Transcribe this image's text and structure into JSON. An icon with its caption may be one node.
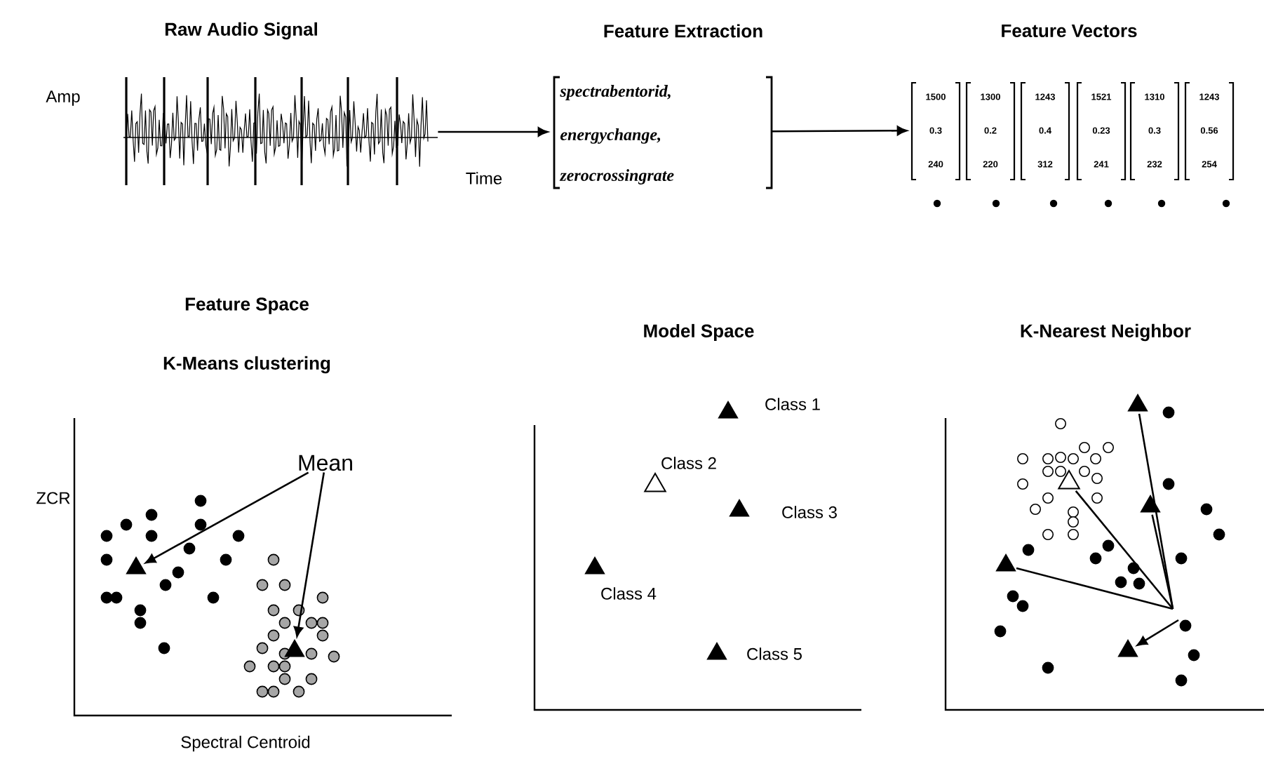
{
  "diagram": {
    "nodes": [
      {
        "text": [
          "Raw Audio Signal"
        ]
      },
      {
        "text": [
          "Feature Extraction",
          "spectrabentorid,",
          "energychange,",
          "zerocrossingrate"
        ]
      },
      {
        "text": [
          "1500",
          "0.3",
          "240"
        ]
      },
      {
        "text": [
          "1300",
          "0.2",
          "220"
        ]
      },
      {
        "text": [
          "1243",
          "0.4",
          "312"
        ]
      },
      {
        "text": [
          "1521",
          "0.23",
          "241"
        ]
      },
      {
        "text": [
          "1310",
          "0.3",
          "232"
        ]
      },
      {
        "text": [
          "1243",
          "0.56",
          "254"
        ]
      },
      {
        "text": [
          "Mean"
        ]
      },
      {
        "text": [],
        "shape": "triangle"
      },
      {
        "text": [],
        "shape": "triangle"
      },
      {
        "text": [],
        "shape": "triangle",
        "beside": [
          "Class 1"
        ]
      },
      {
        "text": [],
        "shape": "triangle",
        "beside": [
          "Class 2"
        ]
      },
      {
        "text": [],
        "shape": "triangle",
        "beside": [
          "Class 3"
        ]
      },
      {
        "text": [],
        "shape": "triangle",
        "beside": [
          "Class 4"
        ]
      },
      {
        "text": [],
        "shape": "triangle",
        "beside": [
          "Class 5"
        ]
      },
      {
        "text": [],
        "shape": "triangle"
      },
      {
        "text": [],
        "shape": "triangle"
      },
      {
        "text": [],
        "shape": "triangle"
      },
      {
        "text": [],
        "shape": "triangle"
      },
      {
        "text": [],
        "shape": "triangle"
      }
    ],
    "edges": [
      {
        "from": 0,
        "to": 1,
        "arrow": "to"
      },
      {
        "from": 1,
        "to": 2,
        "arrow": "to"
      },
      {
        "from": 8,
        "to": 9,
        "arrow": "to"
      },
      {
        "from": 8,
        "to": 10,
        "arrow": "to"
      },
      {
        "from": null,
        "to": 16,
        "arrow": "none"
      },
      {
        "from": null,
        "to": 17,
        "arrow": "none"
      },
      {
        "from": null,
        "to": 18,
        "arrow": "none"
      },
      {
        "from": null,
        "to": 19,
        "arrow": "none"
      },
      {
        "from": null,
        "to": 20,
        "arrow": "to"
      }
    ],
    "labels": [
      "Feature Vectors",
      "Amp",
      "Time",
      "Feature Space",
      "K-Means clustering",
      "ZCR",
      "Spectral Centroid",
      "Model Space",
      "K-Nearest Neighbor"
    ]
  }
}
